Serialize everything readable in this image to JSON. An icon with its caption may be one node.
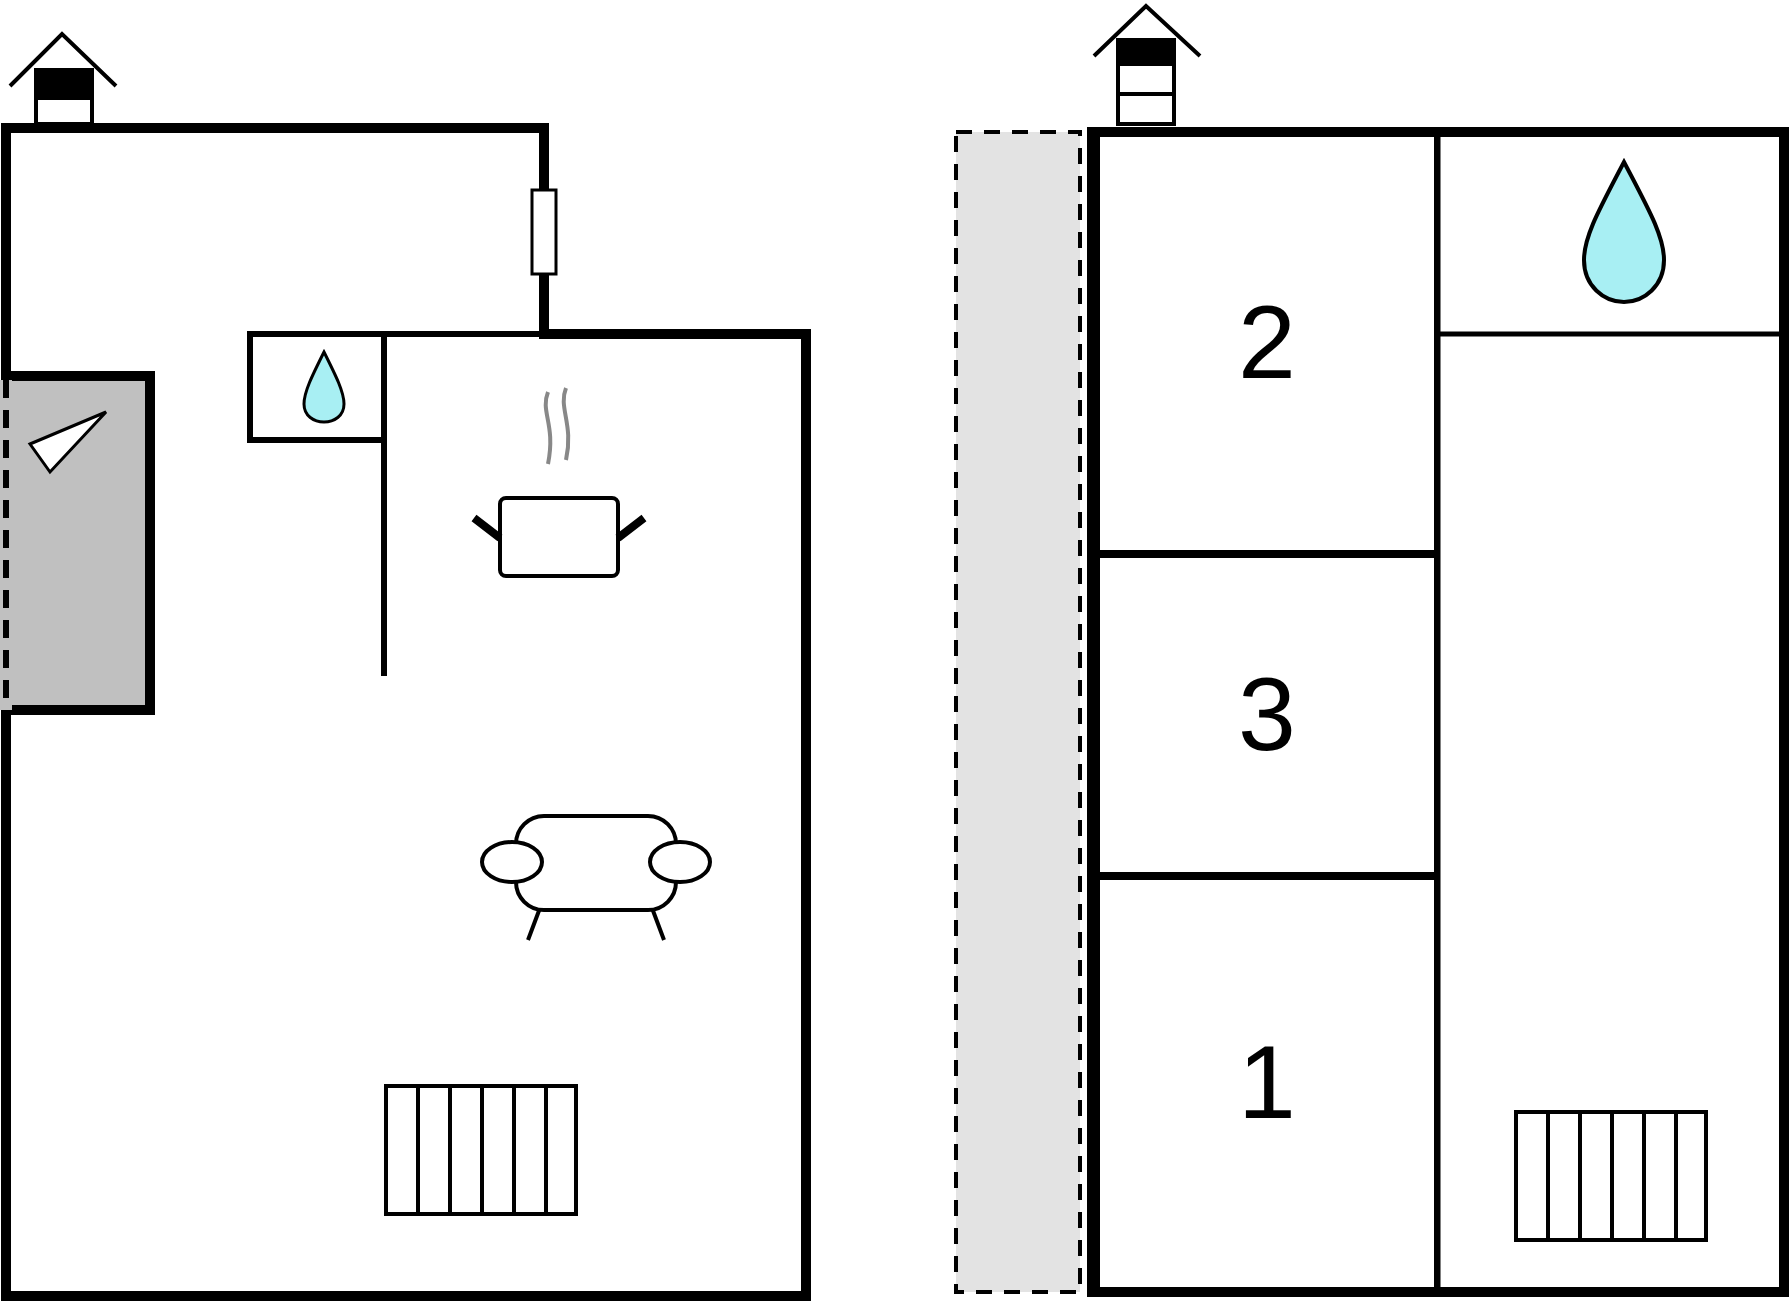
{
  "diagram": {
    "nodes": [
      {
        "text": [
          "2"
        ]
      },
      {
        "text": [
          "3"
        ]
      },
      {
        "text": [
          "1"
        ]
      }
    ]
  }
}
